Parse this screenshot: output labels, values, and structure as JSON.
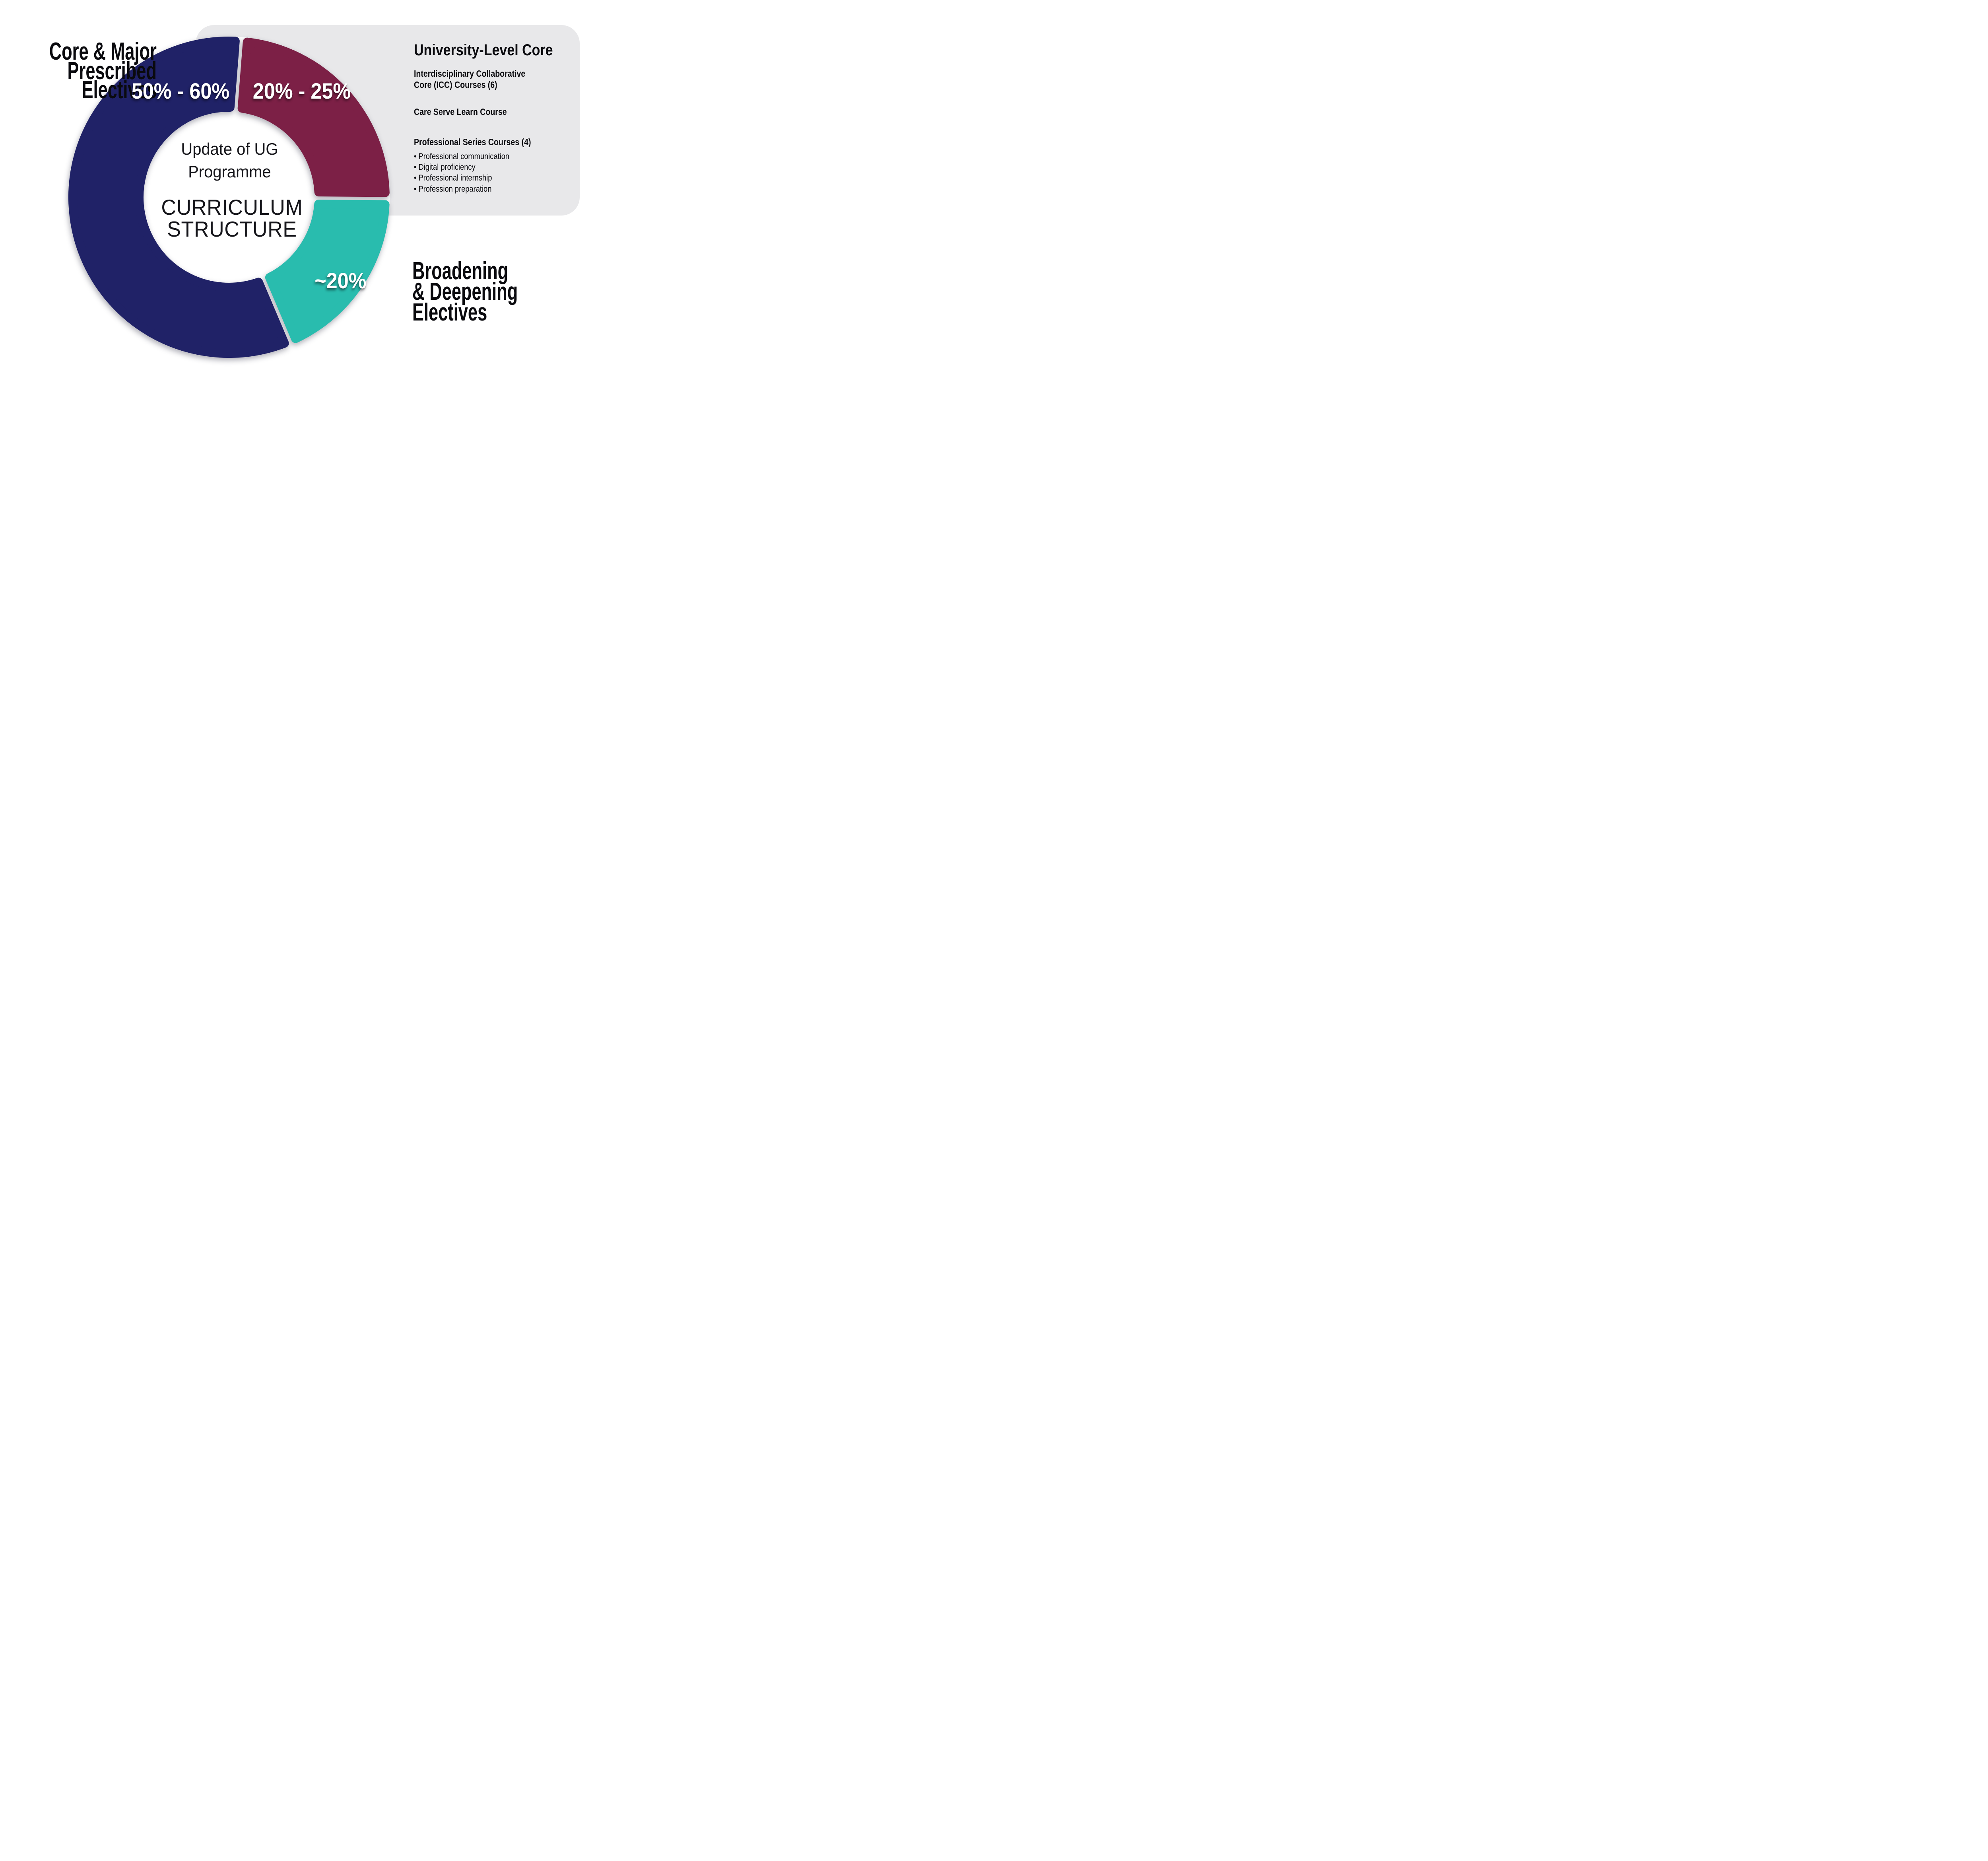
{
  "chart_data": {
    "type": "pie",
    "variant": "donut",
    "title_lines": [
      "CURRICULUM",
      "STRUCTURE"
    ],
    "subtitle_lines": [
      "Update of UG",
      "Programme"
    ],
    "legend_position": "outside-callouts",
    "hole_fill": "#FFFFFF",
    "slices": [
      {
        "id": "core-major",
        "label": "Core & Major Prescribed Electives",
        "value_label": "50% - 60%",
        "value_min_pct": 50,
        "value_max_pct": 60,
        "start_deg": 157,
        "end_deg": 364.5,
        "color": "#202267"
      },
      {
        "id": "university-core",
        "label": "University-Level Core",
        "value_label": "20% - 25%",
        "value_min_pct": 20,
        "value_max_pct": 25,
        "start_deg": 4.5,
        "end_deg": 90.5,
        "color": "#7C2046"
      },
      {
        "id": "broadening",
        "label": "Broadening & Deepening Electives",
        "value_label": "~20%",
        "value_min_pct": 20,
        "value_max_pct": 20,
        "start_deg": 90.5,
        "end_deg": 157,
        "color": "#29BCAE"
      }
    ]
  },
  "callouts": {
    "left": {
      "lines": [
        "Core & Major",
        "Prescribed",
        "Electives"
      ]
    },
    "bottom_right": {
      "lines": [
        "Broadening",
        "& Deepening",
        "Electives"
      ]
    }
  },
  "panel": {
    "background": "#E8E8EA",
    "heading": "University-Level Core",
    "icc_line1": "Interdisciplinary Collaborative",
    "icc_line2": "Core (ICC) Courses (6)",
    "care_line": "Care Serve Learn Course",
    "series_heading": "Professional Series Courses (4)",
    "bullets": [
      "Professional communication",
      "Digital proficiency",
      "Professional internship",
      "Profession preparation"
    ]
  },
  "colors": {
    "navy": "#202267",
    "maroon": "#7C2046",
    "teal": "#29BCAE",
    "panel_gray": "#E8E8EA",
    "text_black": "#0B0B0F",
    "white": "#FFFFFF"
  }
}
